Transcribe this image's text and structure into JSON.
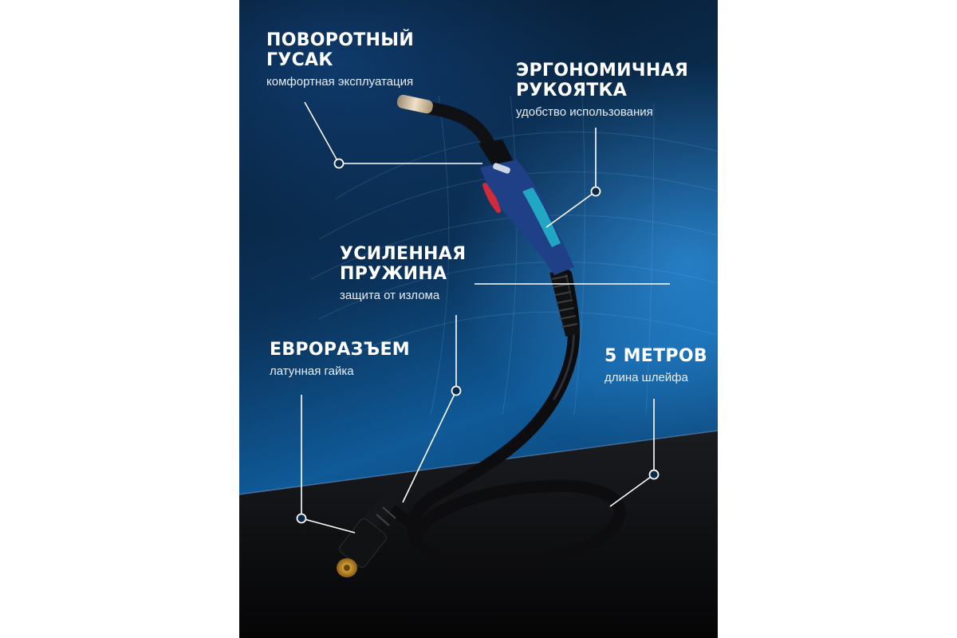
{
  "callouts": [
    {
      "title": [
        "ПОВОРОТНЫЙ",
        "ГУСАК"
      ],
      "subtitle": "комфортная эксплуатация"
    },
    {
      "title": [
        "ЭРГОНОМИЧНАЯ",
        "РУКОЯТКА"
      ],
      "subtitle": "удобство использования"
    },
    {
      "title": [
        "УСИЛЕННАЯ",
        "ПРУЖИНА"
      ],
      "subtitle": "защита от излома"
    },
    {
      "title": [
        "ЕВРОРАЗЪЕМ"
      ],
      "subtitle": "латунная гайка"
    },
    {
      "title": [
        "5 МЕТРОВ"
      ],
      "subtitle": "длина шлейфа"
    }
  ],
  "product": {
    "name": "welding-torch",
    "colors": {
      "handle": "#1f3f86",
      "grip": "#21a6c4",
      "trigger": "#d12a3a",
      "nozzle": "#d8c6a6",
      "cable": "#0d0d0f",
      "connector_tip": "#c8962c"
    }
  }
}
